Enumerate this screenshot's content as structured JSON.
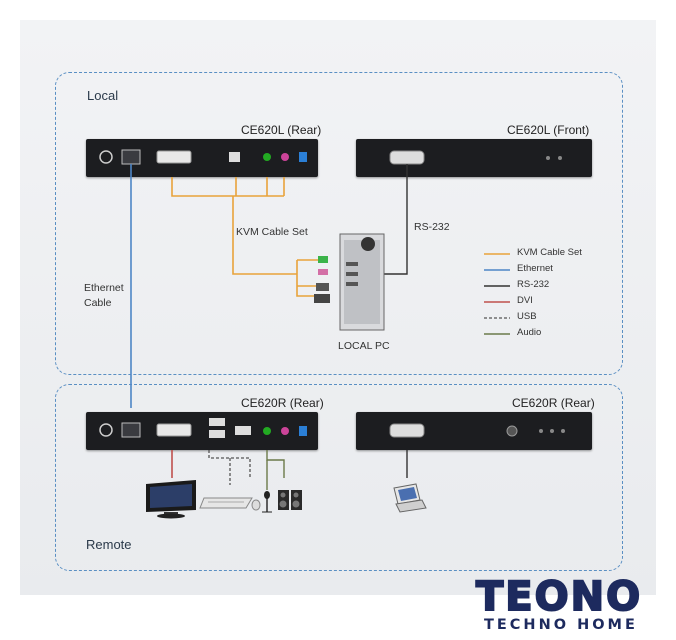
{
  "zones": {
    "local": "Local",
    "remote": "Remote"
  },
  "devices": {
    "ce620l_rear": "CE620L (Rear)",
    "ce620l_front": "CE620L (Front)",
    "ce620r_rear_left": "CE620R (Rear)",
    "ce620r_rear_right": "CE620R (Rear)",
    "local_pc": "LOCAL PC"
  },
  "labels": {
    "kvm_cable_set": "KVM Cable Set",
    "rs232": "RS-232",
    "ethernet_cable_line1": "Ethernet",
    "ethernet_cable_line2": "Cable"
  },
  "legend": [
    {
      "label": "KVM Cable Set",
      "color": "#e8a33b",
      "style": "solid"
    },
    {
      "label": "Ethernet",
      "color": "#4d86c6",
      "style": "solid"
    },
    {
      "label": "RS-232",
      "color": "#333333",
      "style": "solid"
    },
    {
      "label": "DVI",
      "color": "#c0504d",
      "style": "solid"
    },
    {
      "label": "USB",
      "color": "#555555",
      "style": "dashed"
    },
    {
      "label": "Audio",
      "color": "#6b7a4a",
      "style": "solid"
    }
  ],
  "logo": {
    "main": "TEONO",
    "sub": "TECHNO HOME"
  }
}
